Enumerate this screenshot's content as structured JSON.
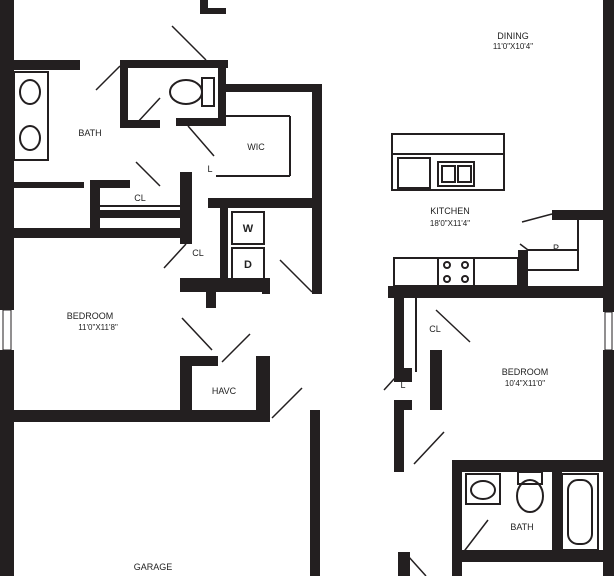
{
  "rooms": {
    "dining": {
      "name": "DINING",
      "dims": "11'0\"X10'4\""
    },
    "kitchen": {
      "name": "KITCHEN",
      "dims": "18'0\"X11'4\""
    },
    "bath_top": {
      "name": "BATH"
    },
    "wic": {
      "name": "WIC"
    },
    "linen_top": {
      "name": "L"
    },
    "closet_top": {
      "name": "CL"
    },
    "laundry_closet": {
      "name": "CL"
    },
    "washer": {
      "name": "W"
    },
    "dryer": {
      "name": "D"
    },
    "bedroom_left": {
      "name": "BEDROOM",
      "dims": "11'0\"X11'8\""
    },
    "havc": {
      "name": "HAVC"
    },
    "pantry": {
      "name": "P"
    },
    "closet_right": {
      "name": "CL"
    },
    "linen_right": {
      "name": "L"
    },
    "bedroom_right": {
      "name": "BEDROOM",
      "dims": "10'4\"X11'0\""
    },
    "bath_bottom": {
      "name": "BATH"
    },
    "garage": {
      "name": "GARAGE"
    }
  },
  "colors": {
    "wall": "#231f20",
    "line": "#231f20",
    "background": "#ffffff"
  }
}
